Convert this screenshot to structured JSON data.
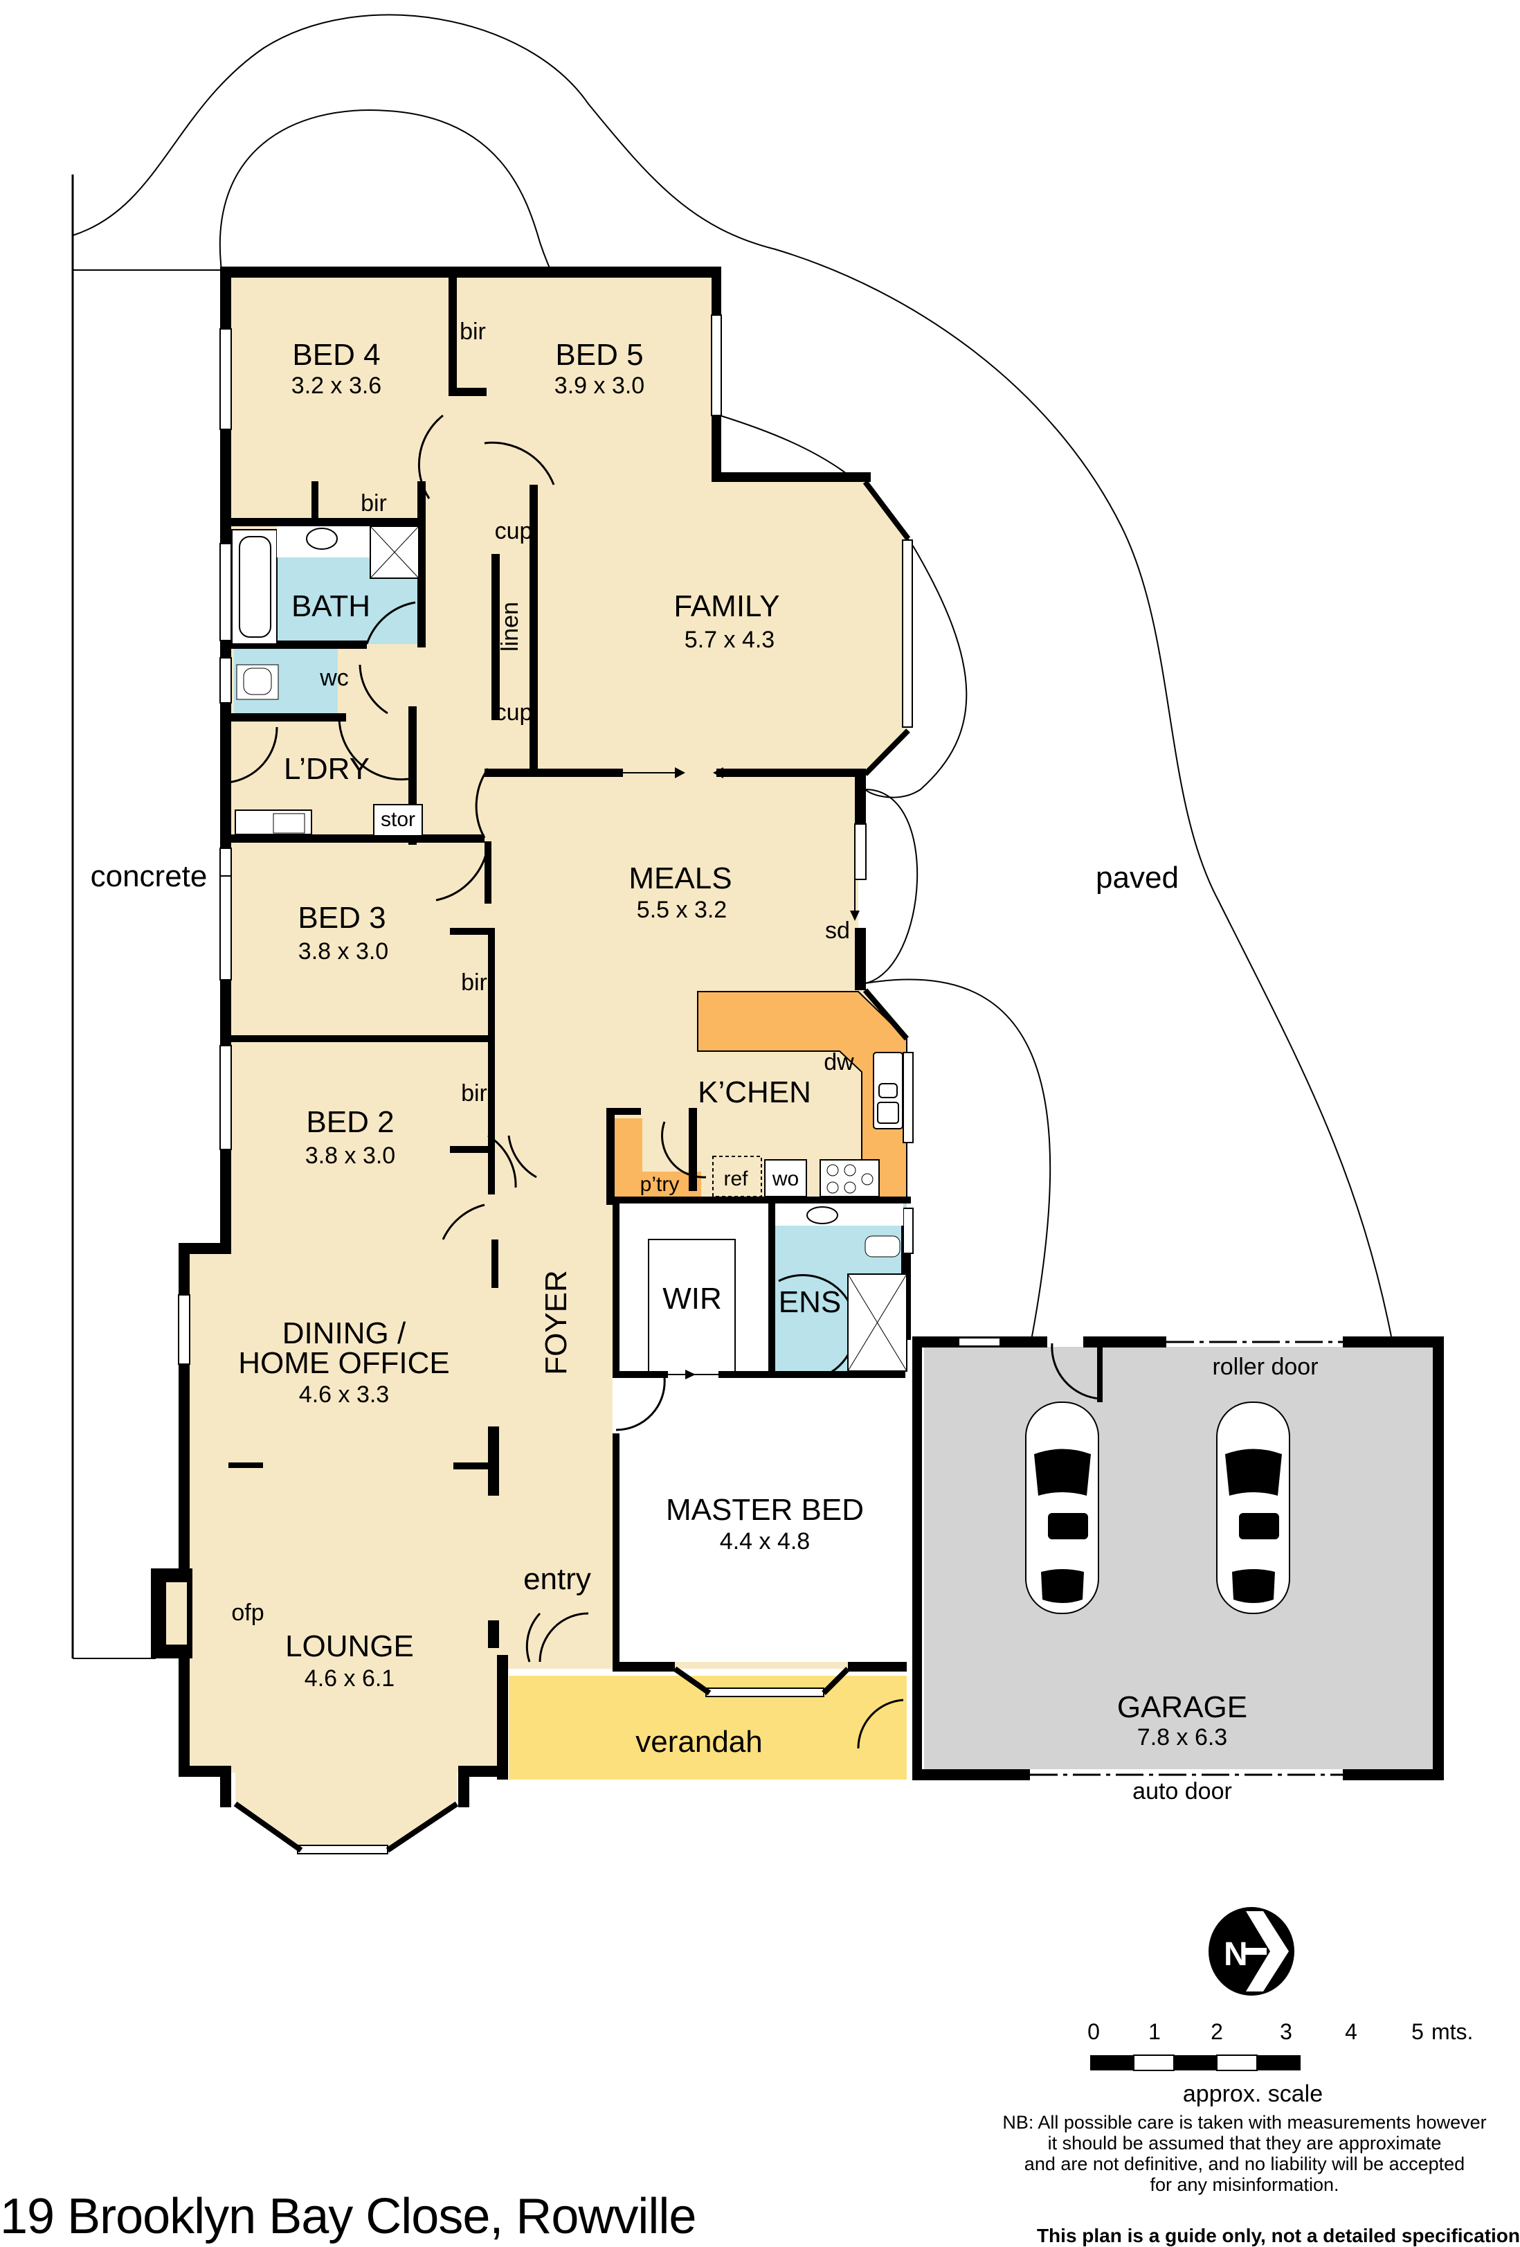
{
  "title": "19 Brooklyn Bay Close, Rowville",
  "colors": {
    "living": "#F7E8C5",
    "wet": "#B9E2EA",
    "kitchen": "#FAB760",
    "verandah": "#FDE07E",
    "garage": "#D3D3D3",
    "wall": "#000000"
  },
  "rooms": {
    "bed4": {
      "name": "BED 4",
      "size": "3.2 x 3.6"
    },
    "bed5": {
      "name": "BED 5",
      "size": "3.9 x 3.0"
    },
    "family": {
      "name": "FAMILY",
      "size": "5.7 x 4.3"
    },
    "bath": {
      "name": "BATH"
    },
    "wc": {
      "name": "wc"
    },
    "laundry": {
      "name": "L’DRY"
    },
    "meals": {
      "name": "MEALS",
      "size": "5.5 x 3.2"
    },
    "bed3": {
      "name": "BED 3",
      "size": "3.8 x 3.0"
    },
    "bed2": {
      "name": "BED 2",
      "size": "3.8 x 3.0"
    },
    "kitchen": {
      "name": "K’CHEN"
    },
    "dining": {
      "name_line1": "DINING /",
      "name_line2": "HOME OFFICE",
      "size": "4.6 x 3.3"
    },
    "foyer": {
      "name": "FOYER"
    },
    "wir": {
      "name": "WIR"
    },
    "ens": {
      "name": "ENS"
    },
    "master": {
      "name": "MASTER BED",
      "size": "4.4 x 4.8"
    },
    "lounge": {
      "name": "LOUNGE",
      "size": "4.6 x 6.1"
    },
    "verandah": {
      "name": "verandah"
    },
    "garage": {
      "name": "GARAGE",
      "size": "7.8 x 6.3"
    }
  },
  "fixtures": {
    "bir": "bir",
    "cup": "cup",
    "linen": "linen",
    "stor": "stor",
    "pantry": "p’try",
    "ref": "ref",
    "wo": "wo",
    "dw": "dw",
    "sd": "sd",
    "ofp": "ofp",
    "entry": "entry",
    "roller_door": "roller door",
    "auto_door": "auto door"
  },
  "exterior": {
    "concrete": "concrete",
    "paved": "paved"
  },
  "compass": {
    "letter": "N"
  },
  "scale": {
    "ticks": [
      "0",
      "1",
      "2",
      "3",
      "4",
      "5"
    ],
    "unit": "mts.",
    "caption": "approx. scale"
  },
  "disclaimer": {
    "lines": [
      "NB: All possible care is taken with measurements however",
      "it should be assumed that they are approximate",
      "and are not definitive, and no liability will be accepted",
      "for any misinformation."
    ],
    "guide": "This plan is a guide only, not a detailed specification"
  }
}
